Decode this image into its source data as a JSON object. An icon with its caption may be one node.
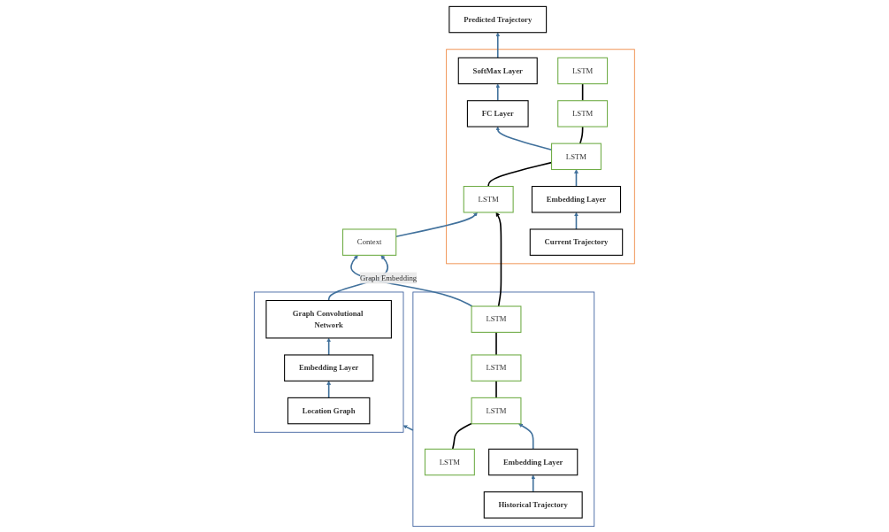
{
  "diagram": {
    "nodes": [
      {
        "text": [],
        "shape": "box"
      },
      {
        "text": [
          "LSTM"
        ],
        "in": 0
      },
      {
        "text": [
          "LSTM"
        ],
        "in": 0
      },
      {
        "text": [
          "LSTM"
        ],
        "in": 0
      },
      {
        "text": [
          "LSTM"
        ],
        "in": 0
      },
      {
        "text": [
          "Embedding Layer"
        ],
        "in": 0
      },
      {
        "text": [
          "Historical Trajectory"
        ],
        "in": 0
      },
      {
        "text": [
          "Context"
        ]
      },
      {
        "text": [
          "Predicted Trajectory"
        ]
      },
      {
        "text": [],
        "shape": "box"
      },
      {
        "text": [
          "SoftMax Layer"
        ],
        "in": 9
      },
      {
        "text": [
          "FC Layer"
        ],
        "in": 9
      },
      {
        "text": [
          "LSTM"
        ],
        "in": 9
      },
      {
        "text": [
          "LSTM"
        ],
        "in": 9
      },
      {
        "text": [
          "LSTM"
        ],
        "in": 9
      },
      {
        "text": [
          "LSTM"
        ],
        "in": 9
      },
      {
        "text": [
          "Embedding Layer"
        ],
        "in": 9
      },
      {
        "text": [
          "Current Trajectory"
        ],
        "in": 9
      },
      {
        "text": [],
        "shape": "box"
      },
      {
        "text": [
          "Location Graph"
        ],
        "in": 18
      },
      {
        "text": [
          "Embedding Layer"
        ],
        "in": 18
      },
      {
        "text": [
          "Graph Convolutional Network"
        ],
        "in": 18
      }
    ],
    "edges": [
      {
        "from": 1,
        "to": 2,
        "arrow": "none",
        "color": "#000000"
      },
      {
        "from": 2,
        "to": 3,
        "arrow": "none",
        "color": "#000000"
      },
      {
        "from": 3,
        "to": 4,
        "arrow": "none",
        "color": "#000000"
      },
      {
        "from": 6,
        "to": 5,
        "arrow": "to"
      },
      {
        "from": 5,
        "to": 2,
        "arrow": "to"
      },
      {
        "from": 4,
        "to": 7,
        "arrow": "to"
      },
      {
        "from": 0,
        "to": 18,
        "arrow": "to"
      },
      {
        "from": 19,
        "to": 20,
        "arrow": "to"
      },
      {
        "from": 20,
        "to": 21,
        "arrow": "to"
      },
      {
        "from": 21,
        "to": 7,
        "arrow": "to",
        "label": "Graph Embedding"
      },
      {
        "from": 7,
        "to": 12,
        "arrow": "to"
      },
      {
        "from": 4,
        "to": 12,
        "arrow": "to",
        "color": "#000000"
      },
      {
        "from": 12,
        "to": 13,
        "arrow": "none",
        "color": "#000000"
      },
      {
        "from": 13,
        "to": 14,
        "arrow": "none",
        "color": "#000000"
      },
      {
        "from": 14,
        "to": 15,
        "arrow": "none",
        "color": "#000000"
      },
      {
        "from": 17,
        "to": 16,
        "arrow": "to"
      },
      {
        "from": 16,
        "to": 13,
        "arrow": "to"
      },
      {
        "from": 13,
        "to": 11,
        "arrow": "to"
      },
      {
        "from": 11,
        "to": 10,
        "arrow": "to"
      },
      {
        "from": 10,
        "to": 8,
        "arrow": "to"
      }
    ]
  }
}
